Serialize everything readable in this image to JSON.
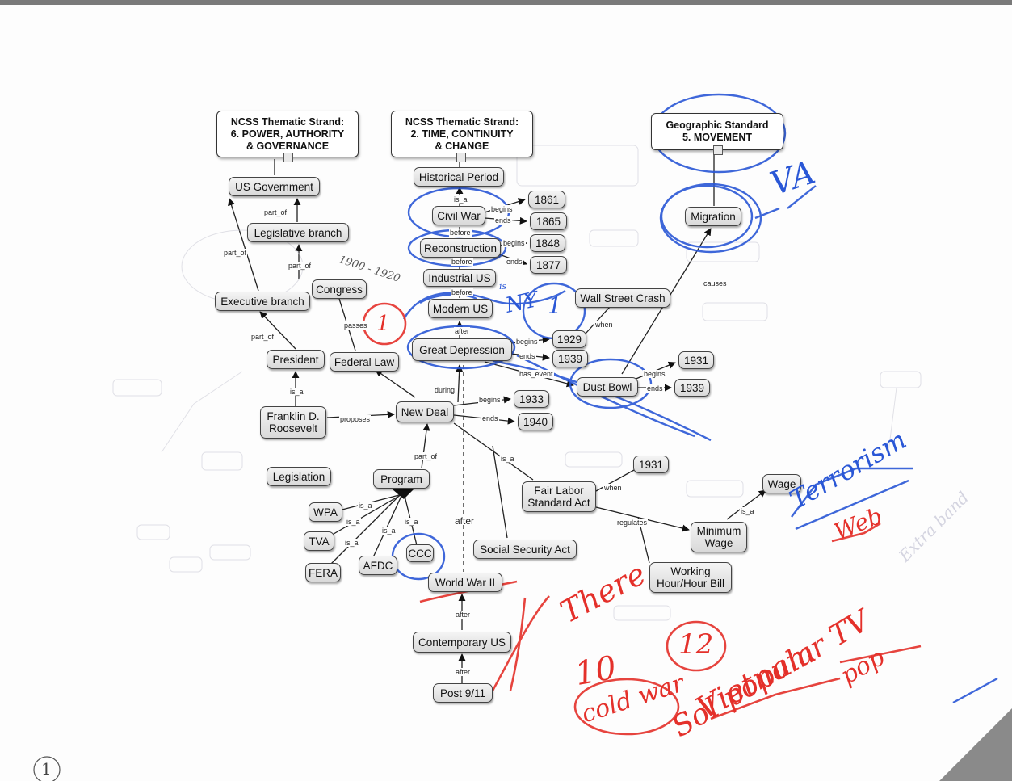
{
  "roots": {
    "power": [
      "NCSS Thematic Strand:",
      "6. POWER, AUTHORITY",
      "& GOVERNANCE"
    ],
    "time": [
      "NCSS Thematic Strand:",
      "2. TIME, CONTINUITY",
      "& CHANGE"
    ],
    "geo": [
      "Geographic Standard",
      "5. MOVEMENT"
    ]
  },
  "nodes": {
    "us_government": "US Government",
    "legislative_branch": "Legislative branch",
    "congress": "Congress",
    "executive_branch": "Executive branch",
    "president": "President",
    "federal_law": "Federal Law",
    "fdr": "Franklin D. Roosevelt",
    "legislation": "Legislation",
    "program": "Program",
    "wpa": "WPA",
    "tva": "TVA",
    "fera": "FERA",
    "afdc": "AFDC",
    "ccc": "CCC",
    "new_deal": "New Deal",
    "historical_period": "Historical Period",
    "civil_war": "Civil War",
    "reconstruction": "Reconstruction",
    "industrial_us": "Industrial US",
    "modern_us": "Modern US",
    "great_depression": "Great Depression",
    "world_war_ii": "World War II",
    "contemporary_us": "Contemporary US",
    "post_911": "Post 9/11",
    "wall_street_crash": "Wall Street Crash",
    "dust_bowl": "Dust Bowl",
    "migration": "Migration",
    "fair_labor": "Fair Labor Standard Act",
    "social_security": "Social Security Act",
    "minimum_wage": "Minimum Wage",
    "wage": "Wage",
    "working_hour": "Working Hour/Hour Bill",
    "y1861": "1861",
    "y1865": "1865",
    "y1848": "1848",
    "y1877": "1877",
    "y1929": "1929",
    "y1939a": "1939",
    "y1931a": "1931",
    "y1939b": "1939",
    "y1933": "1933",
    "y1940": "1940",
    "y1931b": "1931"
  },
  "links": {
    "part_of_1": "part_of",
    "part_of_2": "part_of",
    "part_of_3": "part_of",
    "part_of_4": "part_of",
    "is_a_hp": "is_a",
    "before_1": "before",
    "before_2": "before",
    "before_3": "before",
    "after_1": "after",
    "begins_1": "begins",
    "ends_1": "ends",
    "begins_2": "begins",
    "ends_2": "ends",
    "begins_3": "begins",
    "ends_3": "ends",
    "begins_4": "begins",
    "ends_4": "ends",
    "begins_5": "begins",
    "ends_5": "ends",
    "when_1": "when",
    "when_2": "when",
    "has_event": "has_event",
    "causes": "causes",
    "passes": "passes",
    "is_a_pres": "is_a",
    "proposes": "proposes",
    "during": "during",
    "part_of_nd": "part_of",
    "is_a_fla": "is_a",
    "regulates": "regulates",
    "is_a_wage": "is_a",
    "is_a_wpa": "is_a",
    "is_a_tva": "is_a",
    "is_a_fera": "is_a",
    "is_a_afdc": "is_a",
    "is_a_ccc": "is_a",
    "after_wwii": "after",
    "after_cont": "after",
    "after_post": "after"
  },
  "handwriting": {
    "ny": "NY",
    "one_circle": "1",
    "one_blue": "1",
    "dates": "1900 - 1920",
    "is": "is",
    "va": "VA",
    "terrorism": "Terrorism",
    "web": "Web",
    "there": "There",
    "ten": "10",
    "twelve": "12",
    "cold_war": "cold war",
    "vietnam": "Vietnam",
    "pop": "pop",
    "soi": "SoI popular TV",
    "page_number": "1",
    "faint": "Extra band"
  },
  "colors": {
    "ink_blue": "#2a57d6",
    "ink_red": "#e4302a",
    "node_border": "#444444"
  }
}
